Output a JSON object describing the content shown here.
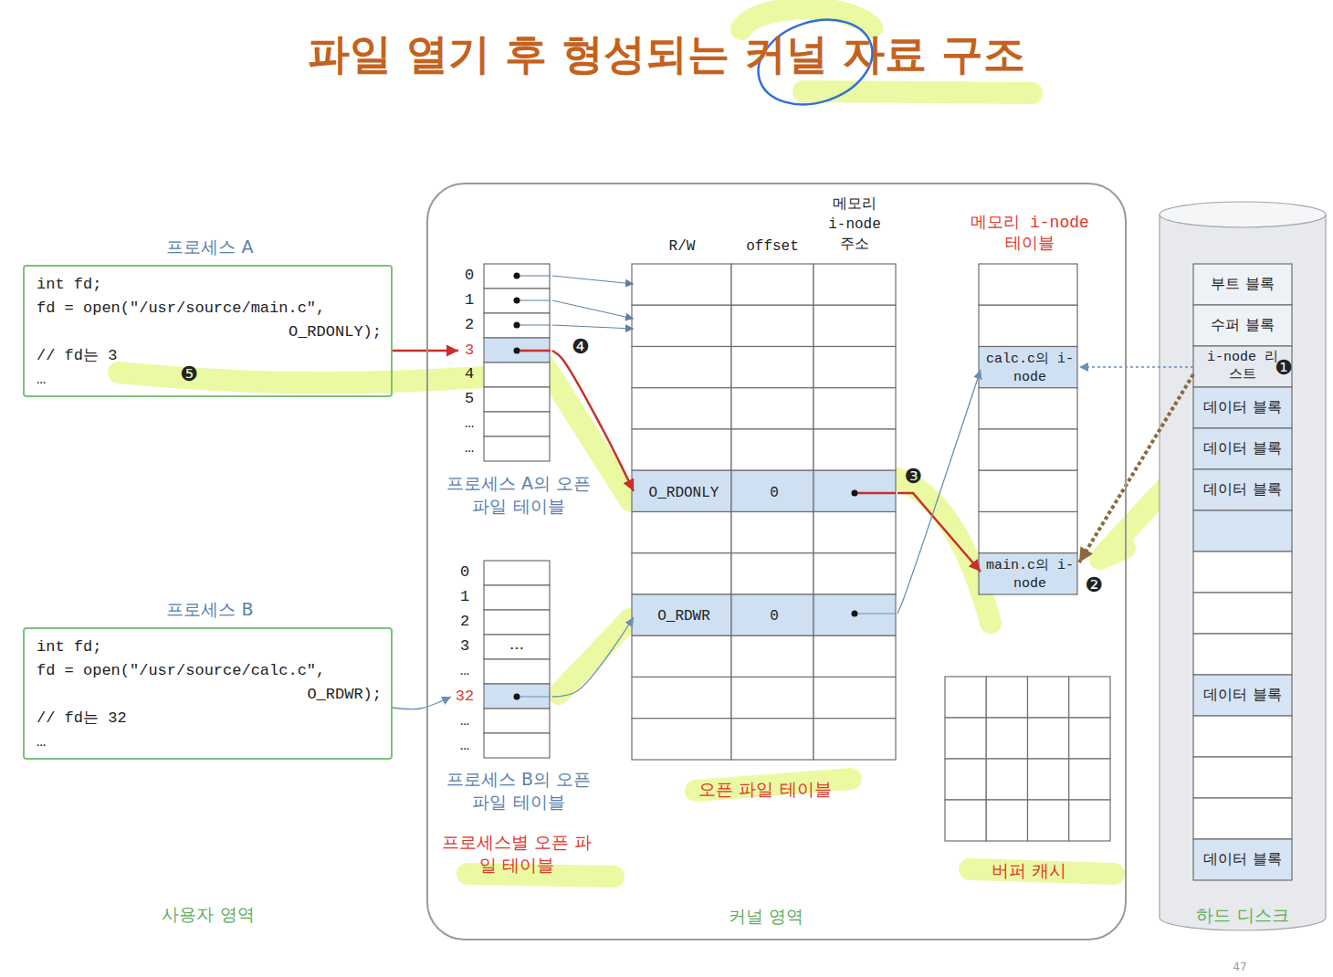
{
  "diagram": {
    "title": "파일 열기 후 형성되는 커널 자료 구조",
    "nodes": [
      {
        "text": [
          "프로세스 A",
          "int fd;",
          "fd = open(\"/usr/source/main.c\",",
          "O_RDONLY);",
          "// fd는 3",
          "…"
        ]
      },
      {
        "text": [
          "프로세스 B",
          "int fd;",
          "fd = open(\"/usr/source/calc.c\",",
          "O_RDWR);",
          "// fd는 32",
          "…"
        ]
      },
      {
        "text": [
          "커널 영역"
        ]
      },
      {
        "text": [
          "프로세스 A의 오픈 파일 테이블"
        ],
        "in": 2
      },
      {
        "text": [
          "프로세스 B의 오픈 파일 테이블"
        ],
        "in": 2
      },
      {
        "text": [
          "오픈 파일 테이블"
        ],
        "in": 2
      },
      {
        "text": [
          "O_RDONLY",
          "0"
        ],
        "in": 5
      },
      {
        "text": [
          "O_RDWR",
          "0"
        ],
        "in": 5
      },
      {
        "text": [
          "메모리 i-node 테이블"
        ],
        "in": 2
      },
      {
        "text": [
          "calc.c의 i-node"
        ],
        "in": 8
      },
      {
        "text": [
          "main.c의 i-node"
        ],
        "in": 8
      },
      {
        "text": [
          "버퍼 캐시"
        ],
        "in": 2
      },
      {
        "text": [
          "하드 디스크"
        ]
      },
      {
        "text": [
          "부트 블록"
        ],
        "in": 12
      },
      {
        "text": [
          "수퍼 블록"
        ],
        "in": 12
      },
      {
        "text": [
          "i-node 리스트"
        ],
        "in": 12
      },
      {
        "text": [
          "데이터 블록"
        ],
        "in": 12
      },
      {
        "text": [
          "데이터 블록"
        ],
        "in": 12
      },
      {
        "text": [
          "데이터 블록"
        ],
        "in": 12
      },
      {
        "text": [
          "데이터 블록"
        ],
        "in": 12
      },
      {
        "text": [
          "데이터 블록"
        ],
        "in": 12
      }
    ],
    "edges": [
      {
        "from": 0,
        "to": 3,
        "arrow": "to"
      },
      {
        "from": 3,
        "to": 5,
        "arrow": "to"
      },
      {
        "from": 3,
        "to": 5,
        "arrow": "to"
      },
      {
        "from": 3,
        "to": 5,
        "arrow": "to"
      },
      {
        "from": 3,
        "to": 6,
        "arrow": "to"
      },
      {
        "from": 6,
        "to": 10,
        "arrow": "to"
      },
      {
        "from": 1,
        "to": 4,
        "arrow": "to"
      },
      {
        "from": 4,
        "to": 7,
        "arrow": "to"
      },
      {
        "from": 7,
        "to": 9,
        "arrow": "to"
      },
      {
        "from": 15,
        "to": 9,
        "arrow": "to"
      },
      {
        "from": 15,
        "to": 10,
        "arrow": "to"
      }
    ],
    "labels": [
      "R/W",
      "offset",
      "메모리 i-node 주소",
      "0",
      "1",
      "2",
      "3",
      "4",
      "5",
      "…",
      "…",
      "0",
      "1",
      "2",
      "3",
      "…",
      "32",
      "…",
      "…",
      "…",
      "❶",
      "❷",
      "❸",
      "❹",
      "❺",
      "프로세스별 오픈 파일 테이블",
      "사용자 영역",
      "47"
    ]
  }
}
